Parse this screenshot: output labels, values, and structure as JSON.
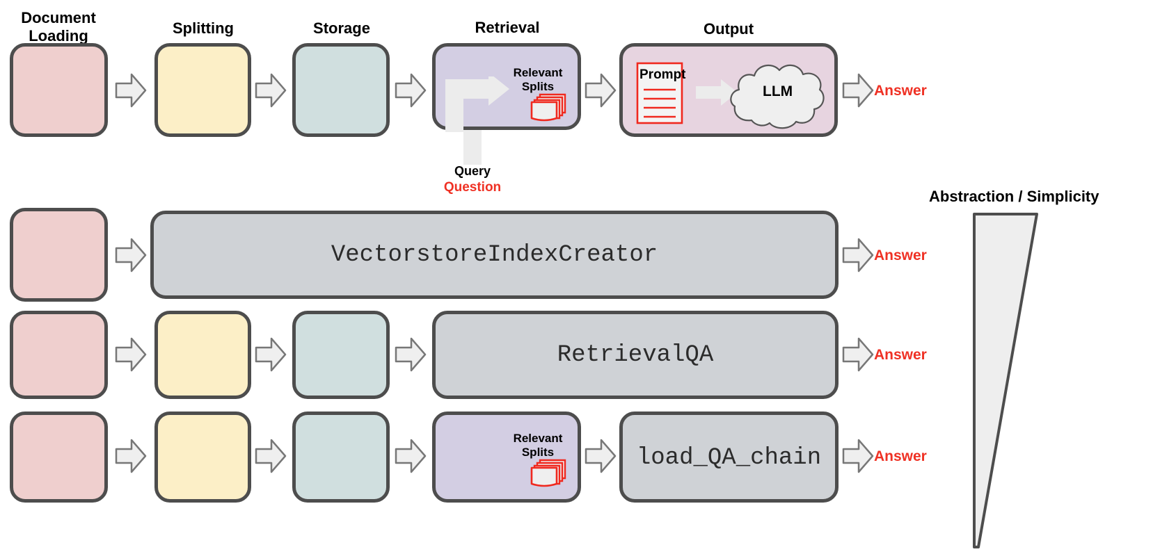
{
  "diagram": {
    "title": "RAG pipeline abstraction levels",
    "colors": {
      "pink": "#efcfce",
      "yellow": "#fcefc7",
      "teal": "#d0dfdf",
      "purple": "#d3cee3",
      "mauve": "#e7d4e0",
      "gray": "#cfd2d6",
      "stroke": "#4d4d4d",
      "accent_red": "#ef3124",
      "arrow_fill": "#eeeeee",
      "inner_arrow": "#eaeaea"
    }
  },
  "stage_captions": [
    {
      "label": "Document\nLoading"
    },
    {
      "label": "Splitting"
    },
    {
      "label": "Storage"
    },
    {
      "label": "Retrieval"
    },
    {
      "label": "Output"
    }
  ],
  "retrieval": {
    "splits_label": "Relevant\nSplits",
    "query_label": "Query",
    "question_label": "Question"
  },
  "output": {
    "prompt_label": "Prompt",
    "llm_label": "LLM"
  },
  "answers": [
    {
      "label": "Answer"
    },
    {
      "label": "Answer"
    },
    {
      "label": "Answer"
    },
    {
      "label": "Answer"
    }
  ],
  "chains": [
    {
      "name": "VectorstoreIndexCreator"
    },
    {
      "name": "RetrievalQA"
    },
    {
      "name": "load_QA_chain"
    }
  ],
  "abstraction": {
    "caption": "Abstraction / Simplicity"
  },
  "rows": [
    {
      "id": "row-pipeline",
      "boxes": [
        "document-loading",
        "splitting",
        "storage",
        "retrieval",
        "output"
      ]
    },
    {
      "id": "row-vectorstore-index-creator",
      "boxes": [
        "document-loading",
        "vectorstore-index-creator"
      ]
    },
    {
      "id": "row-retrieval-qa",
      "boxes": [
        "document-loading",
        "splitting",
        "storage",
        "retrieval-qa"
      ]
    },
    {
      "id": "row-load-qa-chain",
      "boxes": [
        "document-loading",
        "splitting",
        "storage",
        "retrieval",
        "load-qa-chain"
      ]
    }
  ]
}
